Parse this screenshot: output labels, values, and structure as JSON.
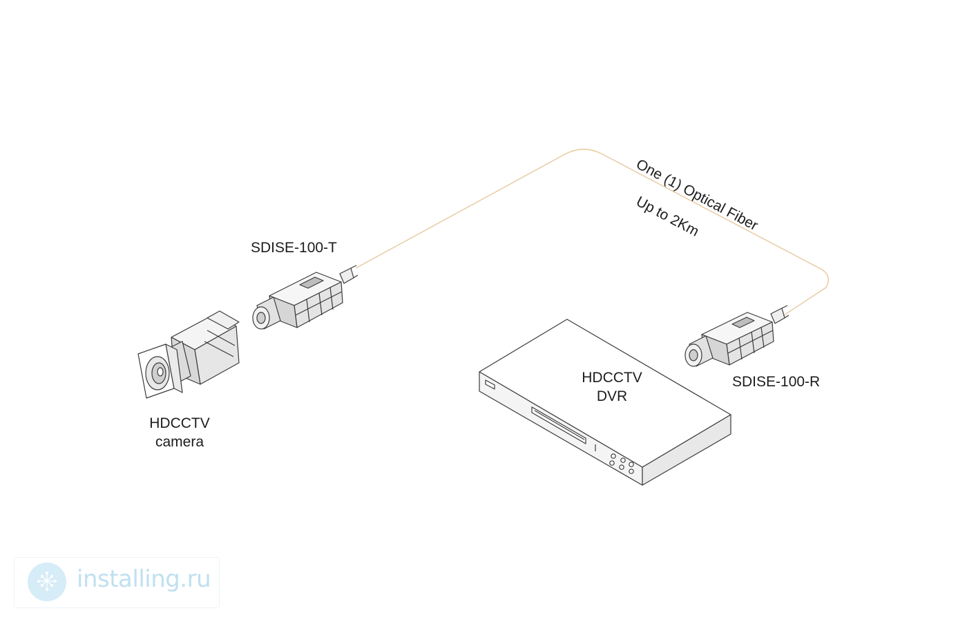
{
  "diagram": {
    "transmitter_label": "SDISE-100-T",
    "receiver_label": "SDISE-100-R",
    "camera_label_line1": "HDCCTV",
    "camera_label_line2": "camera",
    "dvr_label_line1": "HDCCTV",
    "dvr_label_line2": "DVR",
    "fiber_label": "One (1) Optical Fiber",
    "distance_label": "Up to 2Km",
    "fiber_color": "#e7c9a0",
    "line_color": "#3a3a3a"
  },
  "watermark": {
    "text": "installing.ru",
    "color": "#bfe0f1",
    "logo_color": "#d6ecf7"
  }
}
